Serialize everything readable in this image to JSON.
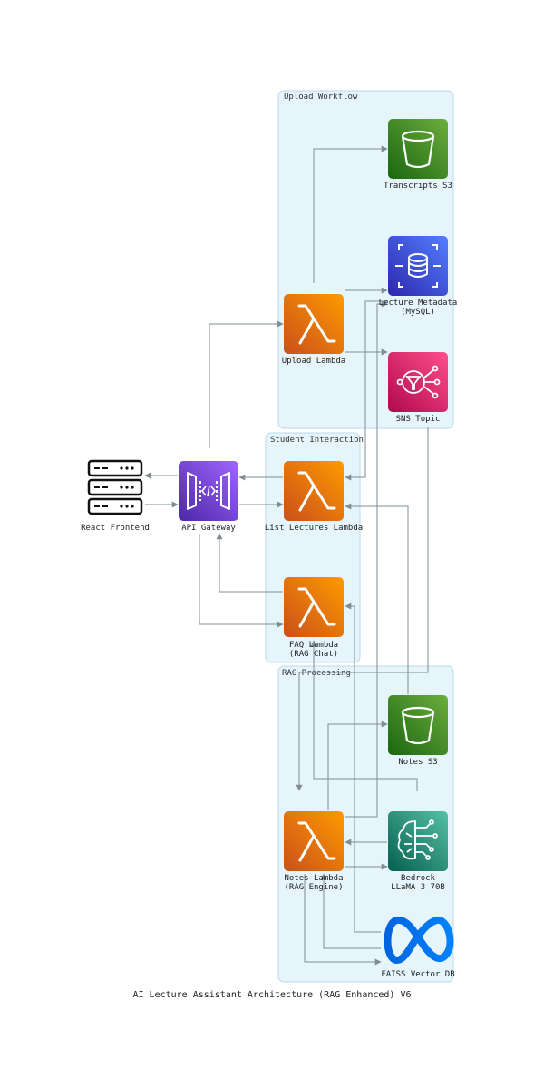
{
  "caption": "AI Lecture Assistant Architecture (RAG Enhanced) V6",
  "clusters": {
    "upload": "Upload Workflow",
    "student": "Student Interaction",
    "rag": "RAG Processing"
  },
  "nodes": {
    "react_frontend": {
      "label": "React Frontend",
      "icon": "server-icon"
    },
    "api_gateway": {
      "label": "API Gateway",
      "icon": "api-gateway-icon",
      "color": "#8c4fff"
    },
    "upload_lambda": {
      "label": "Upload Lambda",
      "icon": "lambda-icon",
      "color": "#ed7100"
    },
    "transcripts_s3": {
      "label": "Transcripts S3",
      "icon": "s3-bucket-icon",
      "color": "#3f8624"
    },
    "lecture_metadata": {
      "line1": "Lecture Metadata",
      "line2": "(MySQL)",
      "icon": "rds-database-icon",
      "color": "#3b48cc"
    },
    "sns_topic": {
      "label": "SNS Topic",
      "icon": "sns-icon",
      "color": "#e7157b"
    },
    "list_lectures_lambda": {
      "label": "List Lectures Lambda",
      "icon": "lambda-icon",
      "color": "#ed7100"
    },
    "faq_lambda": {
      "line1": "FAQ Lambda",
      "line2": "(RAG Chat)",
      "icon": "lambda-icon",
      "color": "#ed7100"
    },
    "notes_s3": {
      "label": "Notes S3",
      "icon": "s3-bucket-icon",
      "color": "#3f8624"
    },
    "notes_lambda": {
      "line1": "Notes Lambda",
      "line2": "(RAG Engine)",
      "icon": "lambda-icon",
      "color": "#ed7100"
    },
    "bedrock": {
      "line1": "Bedrock",
      "line2": "LLaMA 3 70B",
      "icon": "bedrock-brain-icon",
      "color": "#01a88d"
    },
    "faiss": {
      "label": "FAISS Vector DB",
      "icon": "meta-logo-icon",
      "color": "#0668e1"
    }
  }
}
